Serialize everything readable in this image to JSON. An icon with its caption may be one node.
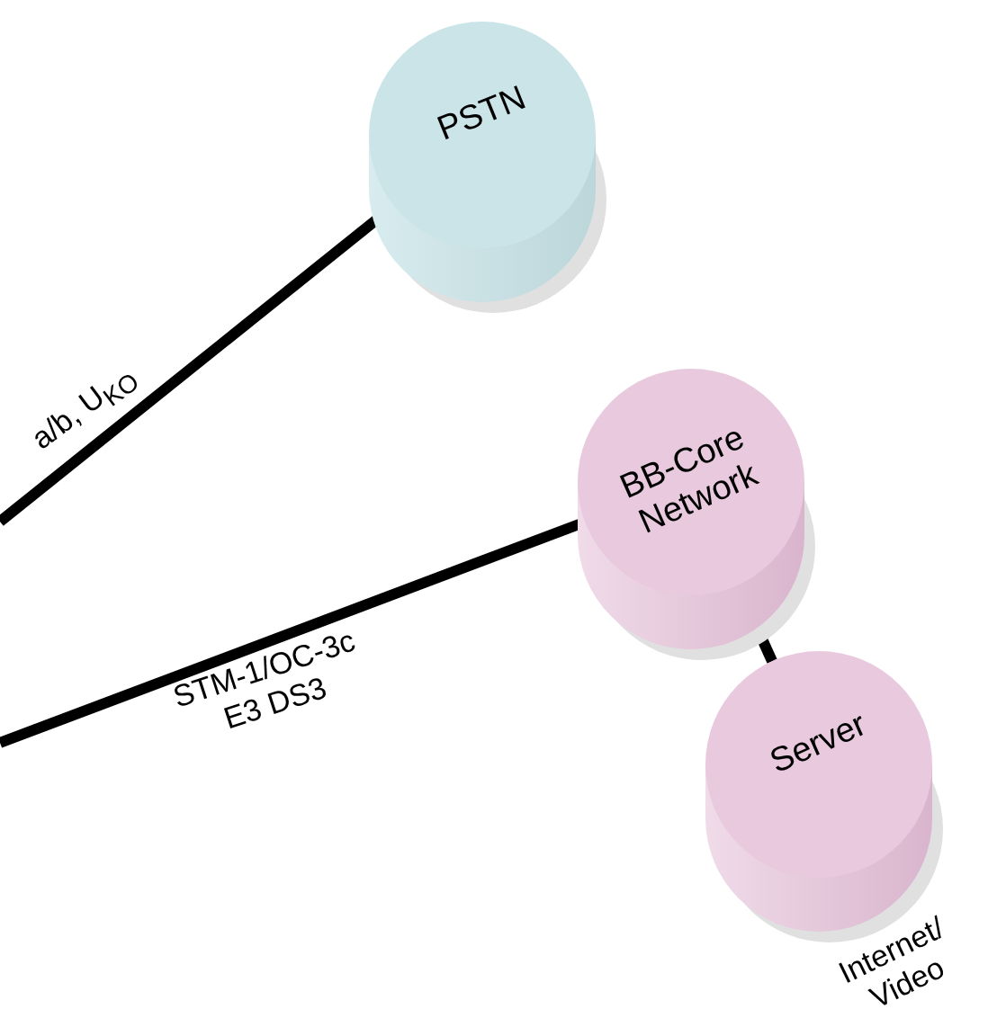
{
  "diagram": {
    "nodes": [
      {
        "text": [
          "PSTN"
        ]
      },
      {
        "text": [
          "BB-Core Network"
        ]
      },
      {
        "text": [
          "Server"
        ],
        "beside": [
          "Internet/ Video"
        ]
      }
    ],
    "edges": [
      {
        "from": null,
        "to": 0,
        "arrow": "none",
        "label": "a/b, U$_{KO}$"
      },
      {
        "from": null,
        "to": 1,
        "arrow": "none",
        "label": "STM-1/OC-3c E3 DS3"
      },
      {
        "from": 1,
        "to": 2,
        "arrow": "none"
      }
    ]
  }
}
